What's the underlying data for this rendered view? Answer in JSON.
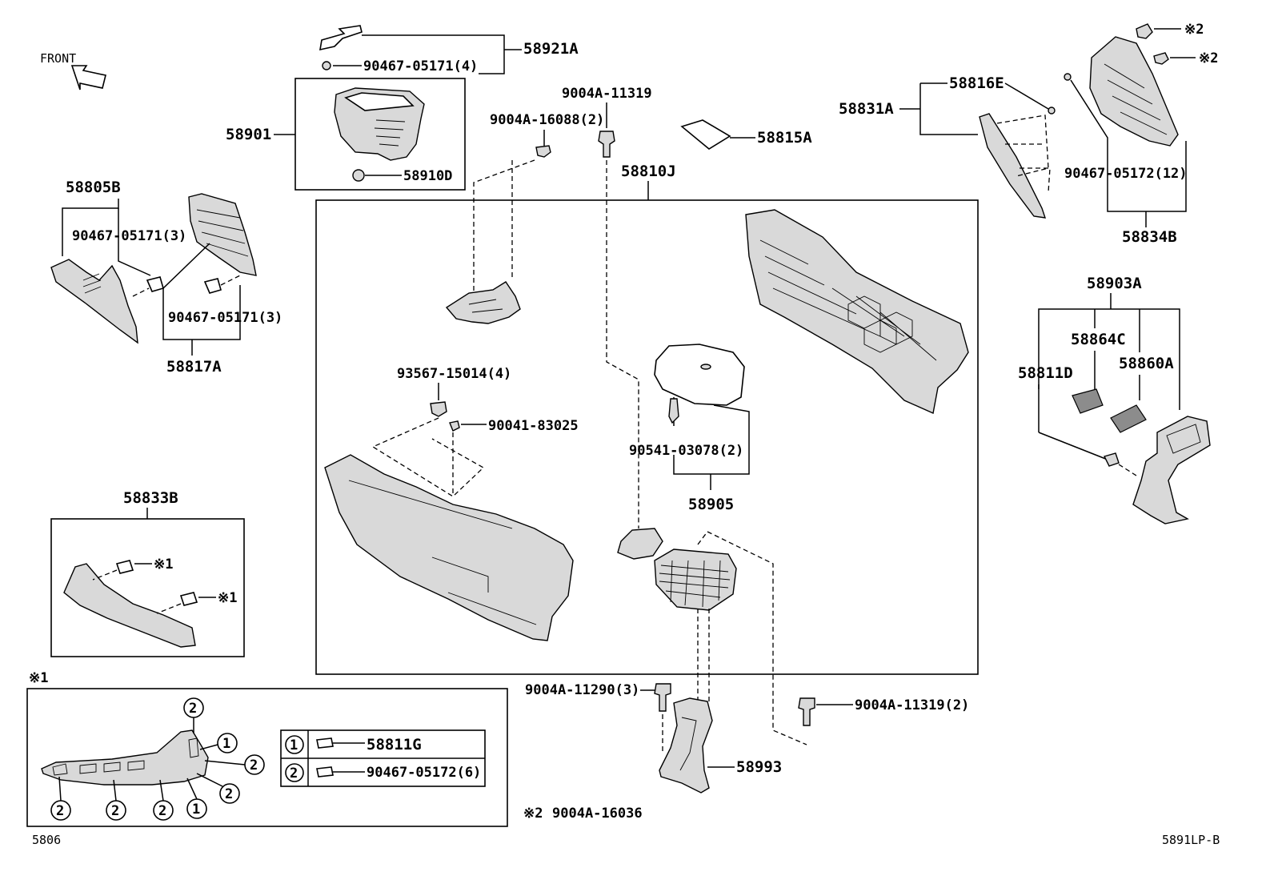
{
  "front_label": "FRONT",
  "footer": {
    "left_code": "5806",
    "right_code": "5891LP-B"
  },
  "note2": {
    "symbol": "※2",
    "part": "9004A-16036"
  },
  "labels": {
    "p58921A": "58921A",
    "p90467_05171_4": "90467-05171(4)",
    "p58901": "58901",
    "p58910D": "58910D",
    "p9004A_11319": "9004A-11319",
    "p9004A_16088_2": "9004A-16088(2)",
    "p58815A": "58815A",
    "p58810J": "58810J",
    "p58816E": "58816E",
    "p58831A": "58831A",
    "p90467_05172_12": "90467-05172(12)",
    "p58834B": "58834B",
    "p58805B": "58805B",
    "p90467_05171_3a": "90467-05171(3)",
    "p90467_05171_3b": "90467-05171(3)",
    "p58817A": "58817A",
    "p93567_15014_4": "93567-15014(4)",
    "p90041_83025": "90041-83025",
    "p90541_03078_2": "90541-03078(2)",
    "p58905": "58905",
    "p58903A": "58903A",
    "p58864C": "58864C",
    "p58860A": "58860A",
    "p58811D": "58811D",
    "p58833B": "58833B",
    "p9004A_11290_3": "9004A-11290(3)",
    "p9004A_11319_2": "9004A-11319(2)",
    "p58993": "58993",
    "p58811G": "58811G",
    "p90467_05172_6": "90467-05172(6)"
  },
  "markers": {
    "ref1": "※1",
    "ref2": "※2",
    "n1": "1",
    "n2": "2"
  }
}
